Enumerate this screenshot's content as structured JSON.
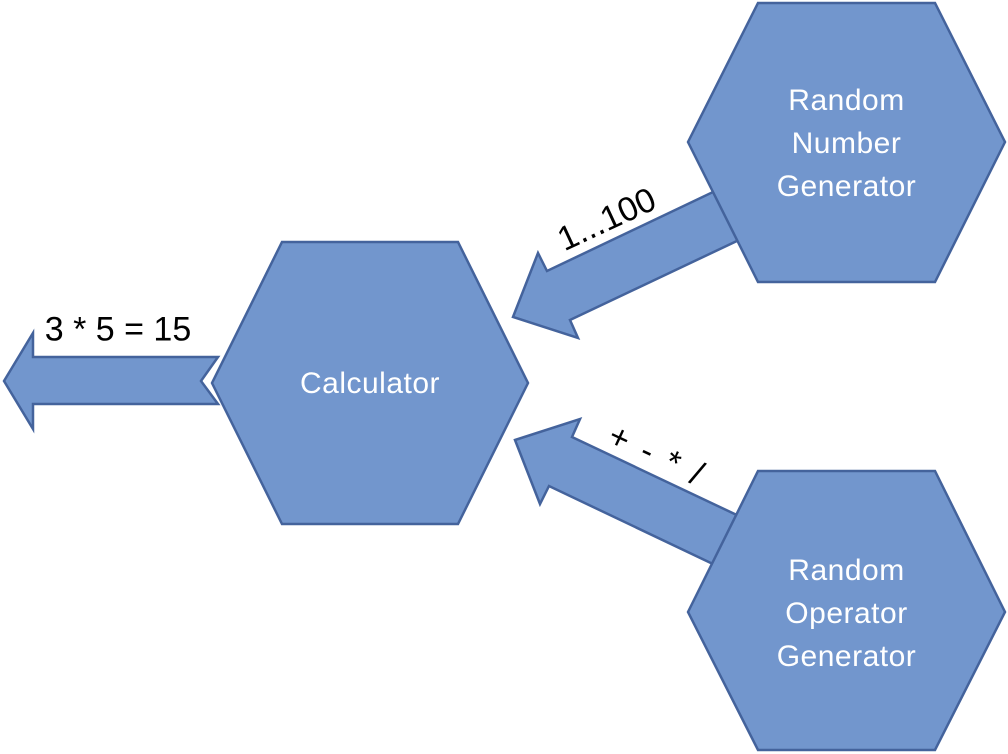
{
  "diagram": {
    "type": "flow-diagram",
    "colors": {
      "background": "#FFFFFF",
      "shape_fill": "#7296CD",
      "shape_stroke": "#44639C",
      "node_text": "#FFFFFF",
      "edge_label_text": "#000000"
    },
    "nodes": [
      {
        "id": "random-number-generator",
        "shape": "hexagon",
        "label": "Random Number Generator",
        "lines": [
          "Random",
          "Number",
          "Generator"
        ]
      },
      {
        "id": "calculator",
        "shape": "hexagon",
        "label": "Calculator",
        "lines": [
          "Calculator"
        ]
      },
      {
        "id": "random-operator-generator",
        "shape": "hexagon",
        "label": "Random Operator Generator",
        "lines": [
          "Random",
          "Operator",
          "Generator"
        ]
      }
    ],
    "edges": [
      {
        "id": "numbers",
        "from": "random-number-generator",
        "to": "calculator",
        "label": "1...100"
      },
      {
        "id": "operators",
        "from": "random-operator-generator",
        "to": "calculator",
        "label": "+ - * /"
      },
      {
        "id": "result-output",
        "from": "calculator",
        "to": "off-canvas-left",
        "label": "3 * 5 = 15"
      }
    ]
  }
}
